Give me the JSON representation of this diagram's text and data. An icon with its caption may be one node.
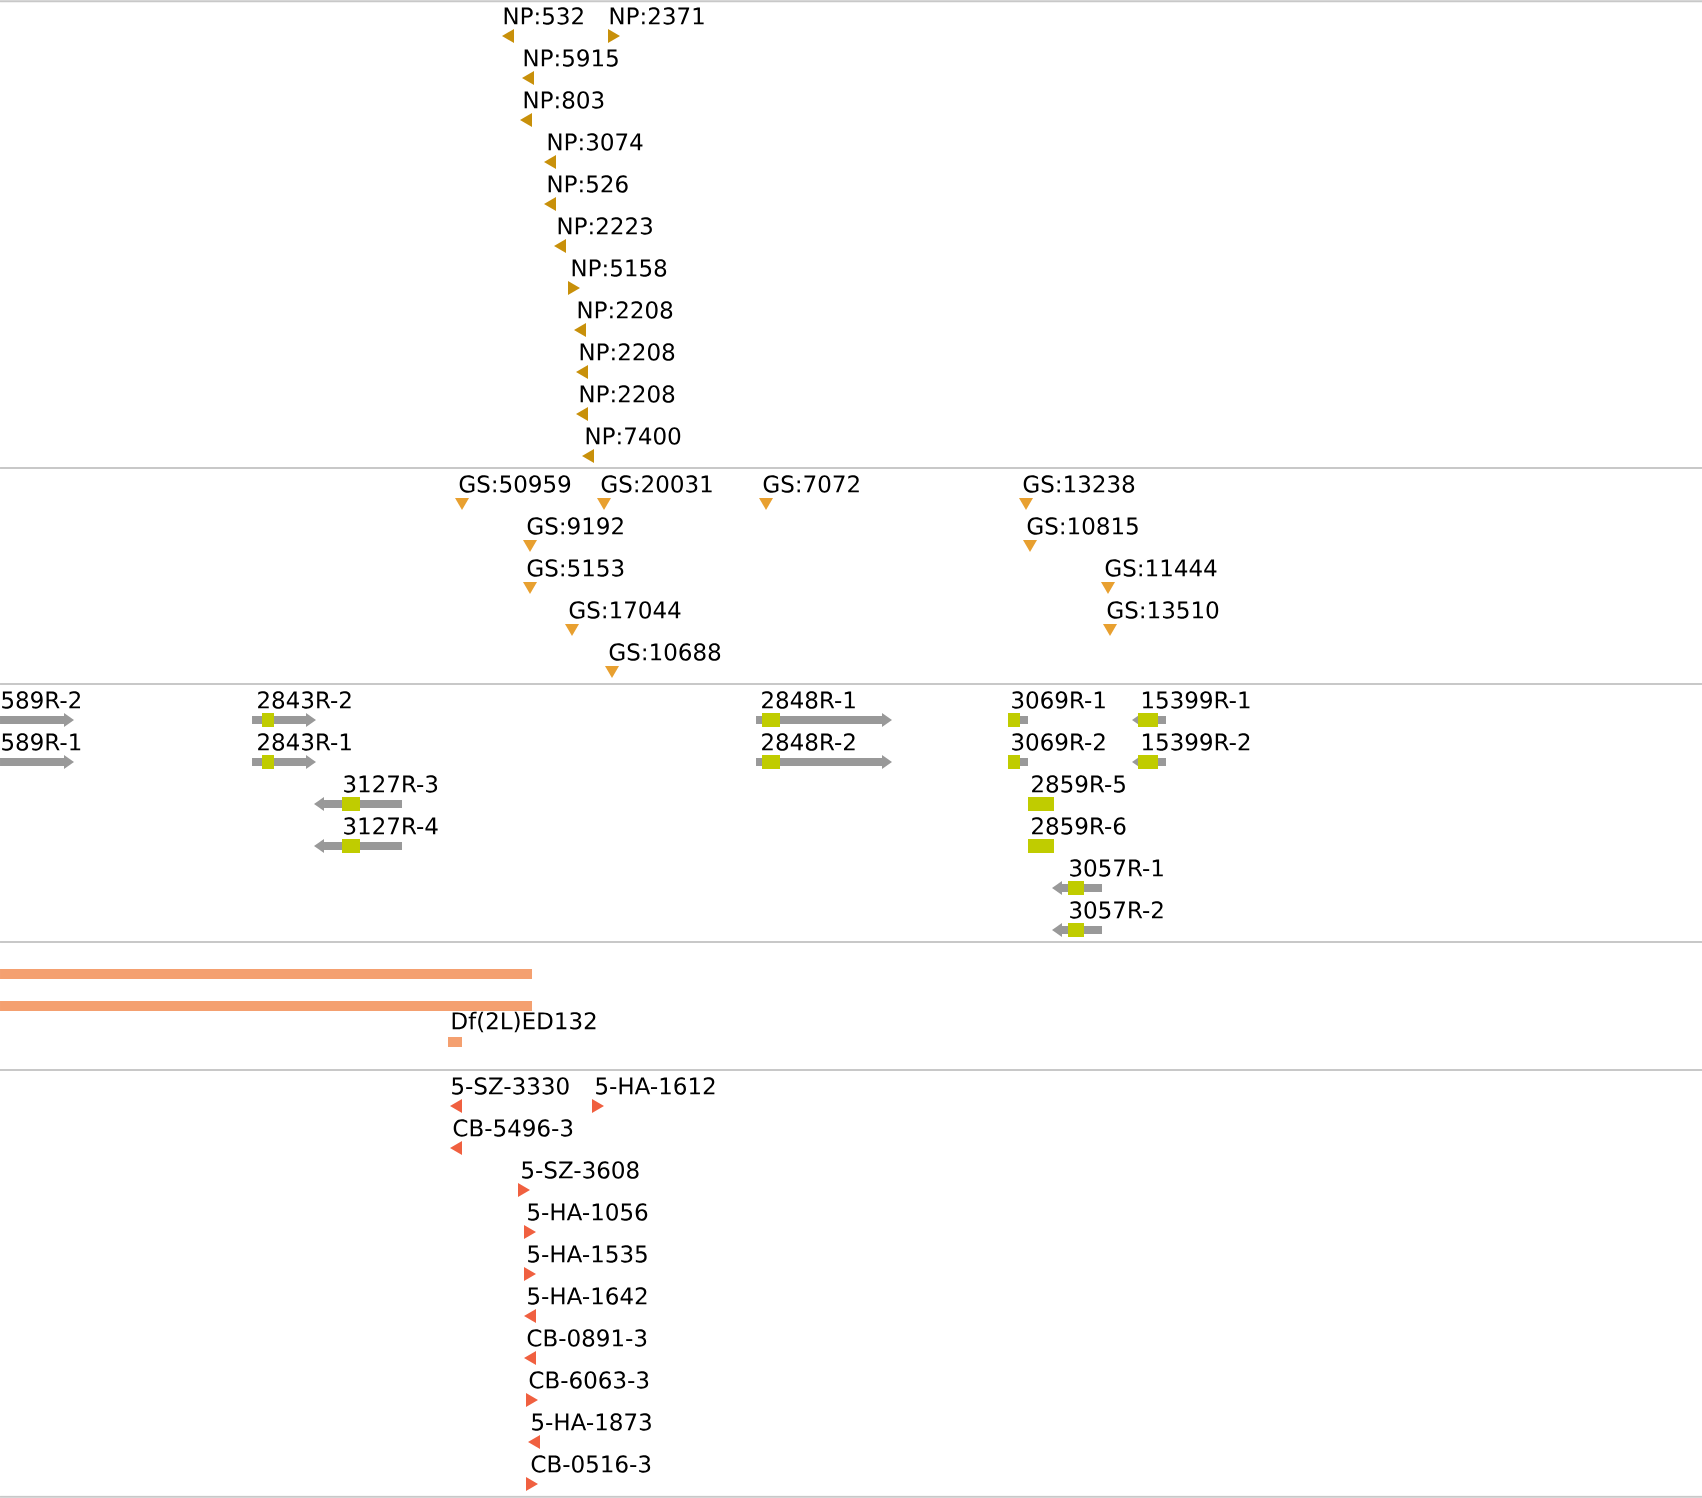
{
  "diagram": {
    "labels": [
      "NP:532",
      "NP:2371",
      "NP:5915",
      "NP:803",
      "NP:3074",
      "NP:526",
      "NP:2223",
      "NP:5158",
      "NP:2208",
      "NP:2208",
      "NP:2208",
      "NP:7400",
      "GS:50959",
      "GS:20031",
      "GS:7072",
      "GS:13238",
      "GS:9192",
      "GS:10815",
      "GS:5153",
      "GS:11444",
      "GS:17044",
      "GS:13510",
      "GS:10688",
      "589R-2",
      "2843R-2",
      "2848R-1",
      "3069R-1",
      "15399R-1",
      "589R-1",
      "2843R-1",
      "2848R-2",
      "3069R-2",
      "15399R-2",
      "3127R-3",
      "2859R-5",
      "3127R-4",
      "2859R-6",
      "3057R-1",
      "3057R-2",
      "Df(2L)ED132",
      "5-SZ-3330",
      "5-HA-1612",
      "CB-5496-3",
      "5-SZ-3608",
      "5-HA-1056",
      "5-HA-1535",
      "5-HA-1642",
      "CB-0891-3",
      "CB-6063-3",
      "5-HA-1873",
      "CB-0516-3"
    ]
  }
}
